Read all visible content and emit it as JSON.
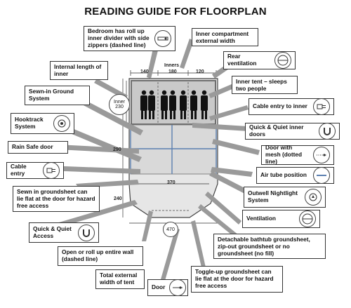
{
  "title": "READING GUIDE FOR FLOORPLAN",
  "colors": {
    "tent_body": "#e6e6e6",
    "inner": "#c9c9c9",
    "inner_dark": "#6f6f6f",
    "figure": "#111111",
    "arrow": "#8a8a8a",
    "outline": "#444444"
  },
  "dimensions": {
    "inners": "Inners",
    "w1": "140",
    "w2": "180",
    "w3": "120",
    "inner_badge": "Inner 230",
    "d290": "290",
    "d370": "370",
    "d240": "240",
    "d470": "470"
  },
  "labels": {
    "bedroom": "Bedroom has roll up inner divider with side zippers (dashed line)",
    "inner_compartment": "Inner compartment external width",
    "internal_length": "Internal length of inner",
    "rear_vent": "Rear ventilation",
    "inner_tent": "Inner tent – sleeps two people",
    "sewn_ground": "Sewn-in Ground System",
    "cable_inner": "Cable entry to inner",
    "hooktrack": "Hooktrack System",
    "quick_inner_doors": "Quick & Quiet inner doors",
    "rain_safe": "Rain Safe door",
    "door_mesh": "Door with mesh (dotted line)",
    "cable_entry": "Cable entry",
    "air_tube": "Air tube position",
    "sewn_sheet": "Sewn in groundsheet can lie flat at the door for hazard free access",
    "nightlight": "Outwell Nightlight System",
    "ventilation": "Ventilation",
    "quick_access": "Quick & Quiet Access",
    "bathtub": "Detachable bathtub groundsheet, zip-out groundsheet or no groundsheet (no fill)",
    "open_wall": "Open or roll up entire wall (dashed line)",
    "total_width": "Total external width of tent",
    "door": "Door",
    "toggle_up": "Toggle-up groundsheet can lie flat at the door for hazard free access"
  }
}
